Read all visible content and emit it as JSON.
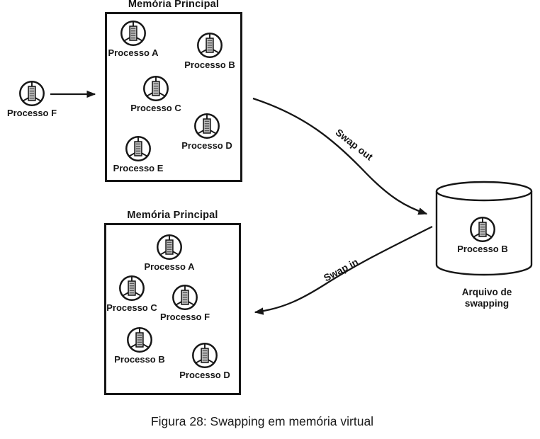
{
  "colors": {
    "ink": "#161616",
    "background": "#ffffff",
    "tower_fill": "#b9b9b9",
    "tower_stripe": "#555555"
  },
  "icons": {
    "process": "process-wheel-icon",
    "storage": "cylinder-database-shape"
  },
  "diagram": {
    "memory_top": {
      "title": "Memória Principal",
      "processes": [
        {
          "label": "Processo A"
        },
        {
          "label": "Processo B"
        },
        {
          "label": "Processo C"
        },
        {
          "label": "Processo D"
        },
        {
          "label": "Processo E"
        }
      ]
    },
    "memory_bottom": {
      "title": "Memória Principal",
      "processes": [
        {
          "label": "Processo A"
        },
        {
          "label": "Processo C"
        },
        {
          "label": "Processo F"
        },
        {
          "label": "Processo B"
        },
        {
          "label": "Processo D"
        }
      ]
    },
    "incoming_process": {
      "label": "Processo F"
    },
    "swap_file": {
      "process_label": "Processo B",
      "caption": "Arquivo de swapping"
    },
    "arrows": {
      "swap_out_label": "Swap out",
      "swap_in_label": "Swap in"
    }
  },
  "figure_caption": "Figura 28: Swapping em memória virtual"
}
